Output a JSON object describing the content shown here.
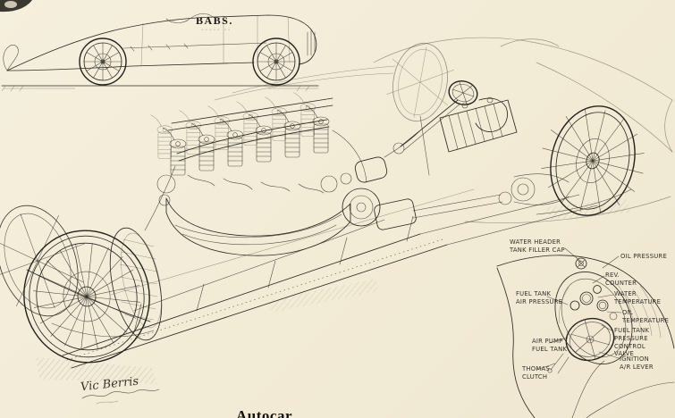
{
  "page": {
    "paper_color": "#f2ebd6",
    "ink_color": "#2f2a23"
  },
  "side_view": {
    "name": "BABS.",
    "marks": "◦◦◦◦◦ ◦◦"
  },
  "signature": {
    "artist": "Vic Berris"
  },
  "caption": {
    "magazine": "Autocar"
  },
  "labels": [
    {
      "id": "water-header-tank-filler-cap",
      "text": "WATER HEADER\nTANK FILLER CAP"
    },
    {
      "id": "oil-pressure",
      "text": "OIL PRESSURE"
    },
    {
      "id": "rev-counter",
      "text": "REV.\nCOUNTER"
    },
    {
      "id": "water-temperature",
      "text": "WATER\nTEMPERATURE"
    },
    {
      "id": "oil-temperature",
      "text": "OIL\nTEMPERATURE"
    },
    {
      "id": "fuel-tank-pressure-control-valve",
      "text": "FUEL TANK\nPRESSURE CONTROL\nVALVE"
    },
    {
      "id": "ignition-air-lever",
      "text": "IGNITION\nA/R LEVER"
    },
    {
      "id": "fuel-tank-air-pressure",
      "text": "FUEL TANK\nAIR PRESSURE"
    },
    {
      "id": "air-pump-fuel-tank",
      "text": "AIR PUMP\nFUEL TANK"
    },
    {
      "id": "thomas-clutch",
      "text": "THOMAS\nCLUTCH"
    }
  ]
}
